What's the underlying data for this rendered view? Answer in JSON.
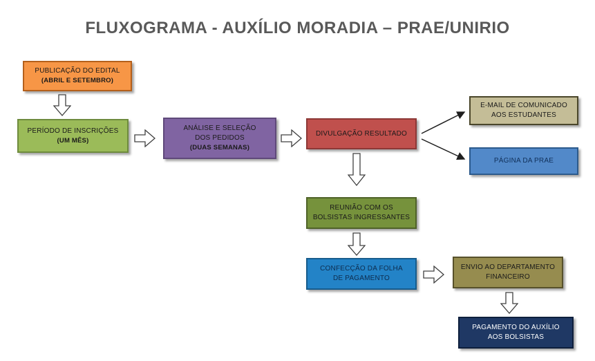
{
  "title": "FLUXOGRAMA - AUXÍLIO MORADIA – PRAE/UNIRIO",
  "palette": {
    "title_color": "#595959",
    "background": "#FFFFFF",
    "block_arrow_fill": "#FFFFFF",
    "block_arrow_outline": "#404040",
    "connector_color": "#1F1F1F"
  },
  "nodes": {
    "publicacao_edital": {
      "line1": "PUBLICAÇÃO DO EDITAL",
      "line2": "(ABRIL E SETEMBRO)",
      "fill": "#F79646",
      "border": "#B4601B",
      "text": "#1A1A1A"
    },
    "periodo_inscricoes": {
      "line1": "PERÍODO DE INSCRIÇÕES",
      "line2": "(UM MÊS)",
      "fill": "#9BBB59",
      "border": "#6E8B3D",
      "text": "#1A1A1A"
    },
    "analise_selecao": {
      "line1": "ANÁLISE E SELEÇÃO",
      "line2": "DOS PEDIDOS",
      "line3": "(DUAS SEMANAS)",
      "fill": "#8064A2",
      "border": "#5F497A",
      "text": "#1A1A1A"
    },
    "divulgacao_resultado": {
      "line1": "DIVULGAÇÃO RESULTADO",
      "fill": "#C0504D",
      "border": "#8C3836",
      "text": "#1A1A1A"
    },
    "email_comunicado": {
      "line1": "E-MAIL DE COMUNICADO",
      "line2": "AOS ESTUDANTES",
      "fill": "#C4BD97",
      "border": "#4A462A",
      "text": "#1A1A1A"
    },
    "pagina_prae": {
      "line1": "PÁGINA DA PRAE",
      "fill": "#5289C9",
      "border": "#2C5A8C",
      "text": "#10305A"
    },
    "reuniao_bolsistas": {
      "line1": "REUNIÃO COM OS",
      "line2": "BOLSISTAS INGRESSANTES",
      "fill": "#76923C",
      "border": "#4F6228",
      "text": "#1A1A1A"
    },
    "confeccao_folha": {
      "line1": "CONFECÇÃO DA FOLHA",
      "line2": "DE PAGAMENTO",
      "fill": "#2383C7",
      "border": "#175C8C",
      "text": "#0E2C4E"
    },
    "envio_departamento": {
      "line1": "ENVIO AO DEPARTAMENTO",
      "line2": "FINANCEIRO",
      "fill": "#968C4F",
      "border": "#57512B",
      "text": "#1A1A1A"
    },
    "pagamento_auxilio": {
      "line1": "PAGAMENTO DO AUXÍLIO",
      "line2": "AOS BOLSISTAS",
      "fill": "#1F3864",
      "border": "#0E1F3C",
      "text": "#FFFFFF"
    }
  }
}
